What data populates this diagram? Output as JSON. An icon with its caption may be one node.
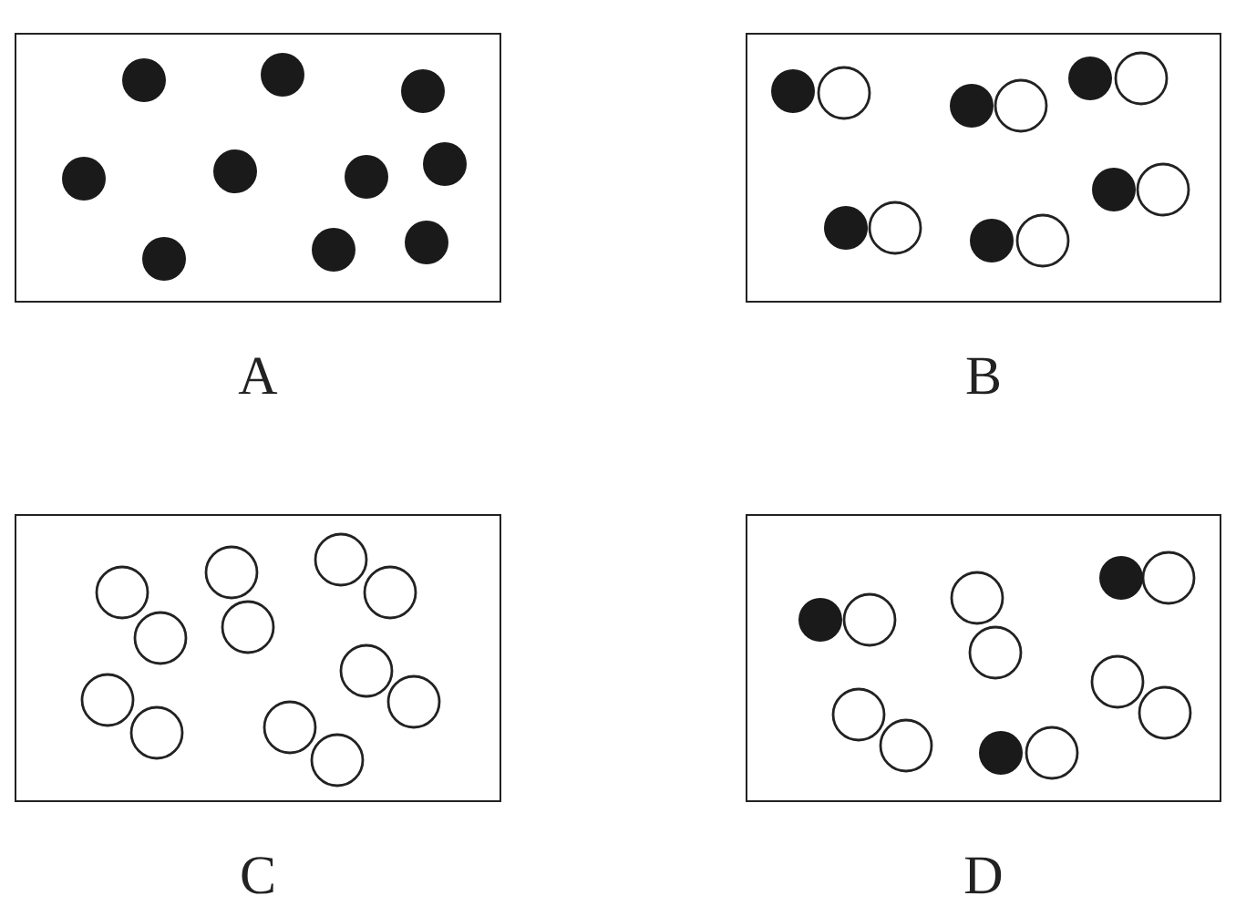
{
  "diagram": {
    "nodes": [
      {
        "text": [],
        "shape": "box",
        "beside": [
          "A"
        ]
      },
      {
        "text": [],
        "shape": "box",
        "beside": [
          "B"
        ]
      },
      {
        "text": [],
        "shape": "box",
        "beside": [
          "C"
        ]
      },
      {
        "text": [],
        "shape": "box",
        "beside": [
          "D"
        ]
      }
    ]
  }
}
